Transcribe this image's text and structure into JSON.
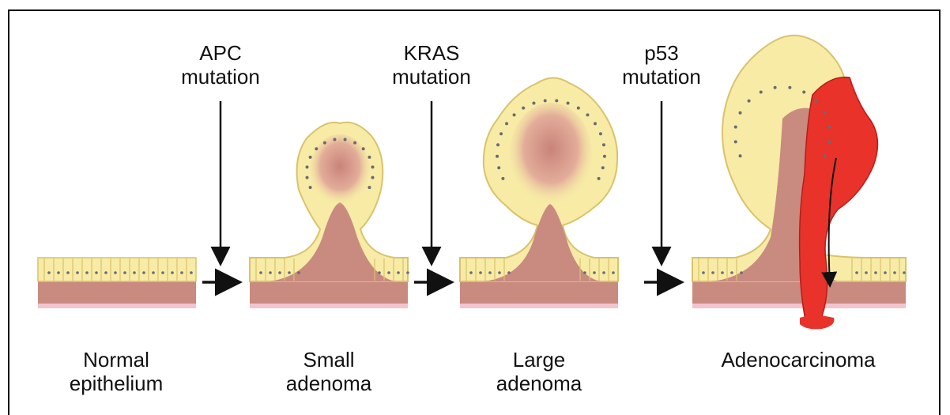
{
  "mutations": [
    {
      "line1": "APC",
      "line2": "mutation"
    },
    {
      "line1": "KRAS",
      "line2": "mutation"
    },
    {
      "line1": "p53",
      "line2": "mutation"
    }
  ],
  "stages": [
    {
      "line1": "Normal",
      "line2": "epithelium"
    },
    {
      "line1": "Small",
      "line2": "adenoma"
    },
    {
      "line1": "Large",
      "line2": "adenoma"
    },
    {
      "line1": "Adenocarcinoma",
      "line2": ""
    }
  ],
  "colors": {
    "tissue": "#c98a80",
    "tissue_light": "#e8b8a8",
    "epithelium": "#f7eba6",
    "epithelium_edge": "#d9c36a",
    "basement": "#f3c4d0",
    "tumor": "#e8322a",
    "tumor_dark": "#b81d18"
  }
}
